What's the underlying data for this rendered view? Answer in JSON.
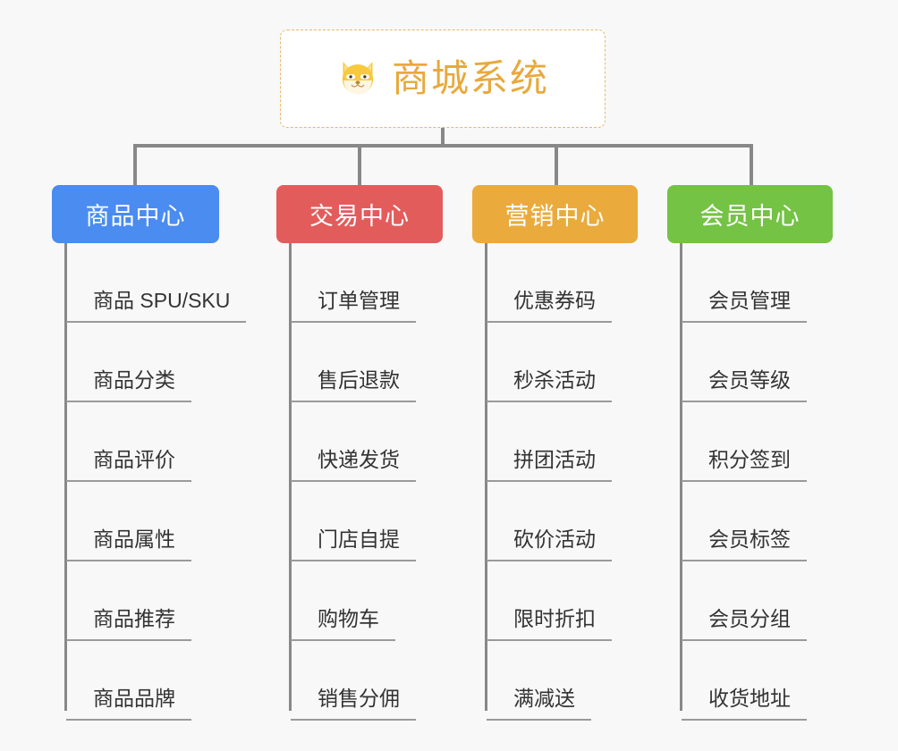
{
  "diagram": {
    "title": "商城系统",
    "background_color": "#f8f8f8",
    "connector_color": "#888888",
    "underline_color": "#9a9a9a",
    "root": {
      "label": "商城系统",
      "icon": "shiba-dog-face-emoji",
      "icon_glyph": "🐶",
      "text_color": "#e8a93c",
      "border_color": "#eab667",
      "background": "#ffffff",
      "border_style": "dashed"
    },
    "columns": [
      {
        "header": "商品中心",
        "color": "#4a8cf0",
        "items": [
          "商品 SPU/SKU",
          "商品分类",
          "商品评价",
          "商品属性",
          "商品推荐",
          "商品品牌"
        ]
      },
      {
        "header": "交易中心",
        "color": "#e35c5c",
        "items": [
          "订单管理",
          "售后退款",
          "快递发货",
          "门店自提",
          "购物车",
          "销售分佣"
        ]
      },
      {
        "header": "营销中心",
        "color": "#eaab3c",
        "items": [
          "优惠券码",
          "秒杀活动",
          "拼团活动",
          "砍价活动",
          "限时折扣",
          "满减送"
        ]
      },
      {
        "header": "会员中心",
        "color": "#74c344",
        "items": [
          "会员管理",
          "会员等级",
          "积分签到",
          "会员标签",
          "会员分组",
          "收货地址"
        ]
      }
    ]
  }
}
